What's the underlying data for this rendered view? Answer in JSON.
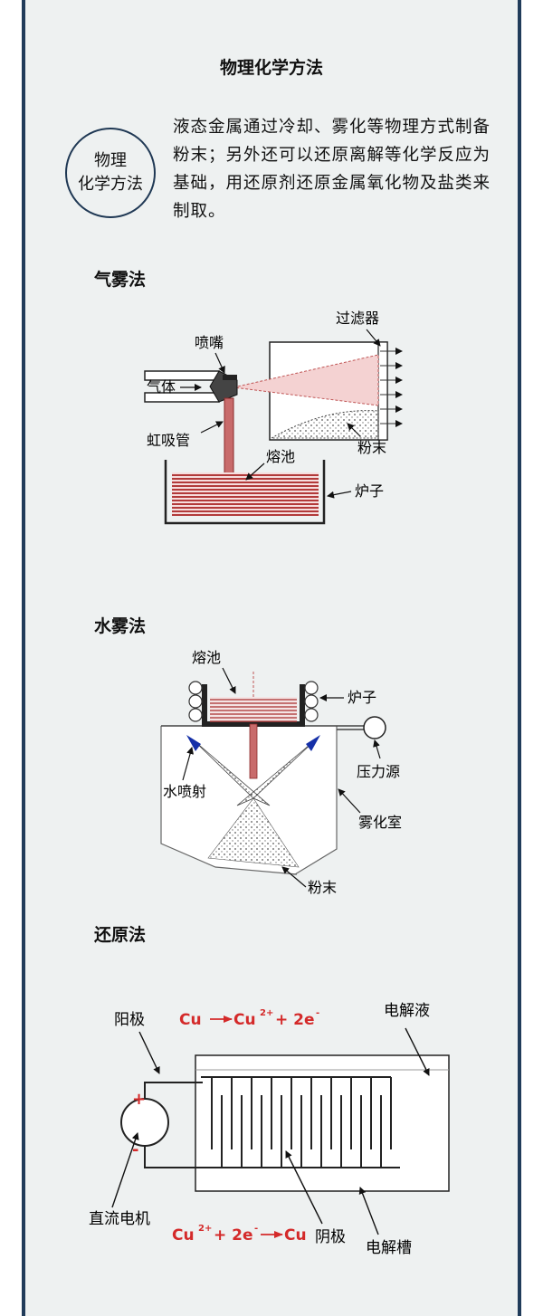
{
  "title": "物理化学方法",
  "badge": {
    "line1": "物理",
    "line2": "化学方法"
  },
  "intro": "液态金属通过冷却、雾化等物理方式制备粉末；另外还可以还原离解等化学反应为基础，用还原剂还原金属氧化物及盐类来制取。",
  "sections": {
    "gas": {
      "title": "气雾法",
      "labels": {
        "filter": "过滤器",
        "nozzle": "喷嘴",
        "gas": "气体",
        "siphon": "虹吸管",
        "melt_pool": "熔池",
        "powder": "粉末",
        "furnace": "炉子"
      }
    },
    "water": {
      "title": "水雾法",
      "labels": {
        "melt_pool": "熔池",
        "furnace": "炉子",
        "pressure": "压力源",
        "water_jet": "水喷射",
        "chamber": "雾化室",
        "powder": "粉末"
      }
    },
    "reduction": {
      "title": "还原法",
      "labels": {
        "anode": "阳极",
        "electrolyte": "电解液",
        "motor": "直流电机",
        "cathode": "阴极",
        "tank": "电解槽",
        "plus": "+",
        "minus": "-"
      },
      "equations": {
        "anode": {
          "a": "Cu",
          "b": "Cu",
          "b_sup": "2+",
          "c": "+ 2e",
          "c_sup": "-"
        },
        "cathode": {
          "a": "Cu",
          "a_sup": "2+",
          "b": "+ 2e",
          "b_sup": "-",
          "c": "Cu"
        }
      }
    }
  },
  "colors": {
    "frame": "#213c5a",
    "panel": "#eef1f1",
    "melt": "#b23a3a",
    "jet": "#1530a8",
    "eq": "#d42a2a"
  }
}
